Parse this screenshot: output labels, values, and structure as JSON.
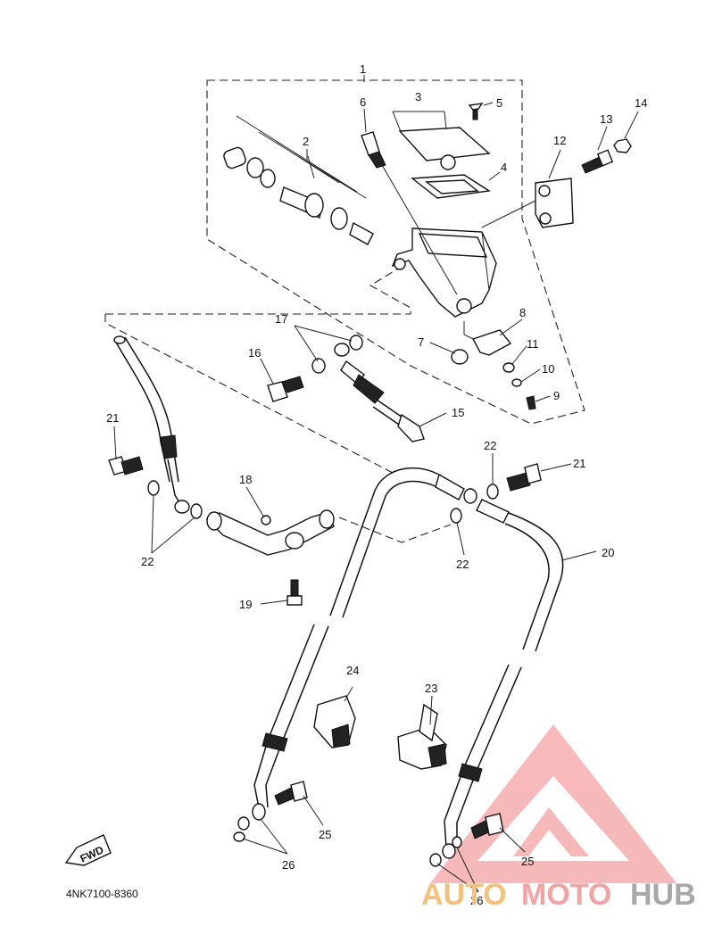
{
  "diagram": {
    "code": "4NK7100-8360",
    "fwd_label": "FWD",
    "callouts": {
      "c1": "1",
      "c2": "2",
      "c3": "3",
      "c4": "4",
      "c5": "5",
      "c6": "6",
      "c7": "7",
      "c8": "8",
      "c9": "9",
      "c10": "10",
      "c11": "11",
      "c12": "12",
      "c13": "13",
      "c14": "14",
      "c15": "15",
      "c16": "16",
      "c17": "17",
      "c18": "18",
      "c19": "19",
      "c20": "20",
      "c21a": "21",
      "c21b": "21",
      "c22a": "22",
      "c22b": "22",
      "c22c": "22",
      "c23": "23",
      "c24": "24",
      "c25a": "25",
      "c25b": "25",
      "c26a": "26",
      "c26b": "26"
    }
  },
  "watermark": {
    "brand_auto": "AUTO",
    "brand_moto": "MOTO",
    "brand_hub": "HUB",
    "colors": {
      "auto": "#f6c07a",
      "moto": "#f2a3a3",
      "hub": "#a8a8a8",
      "triangle": "#f08080"
    }
  }
}
